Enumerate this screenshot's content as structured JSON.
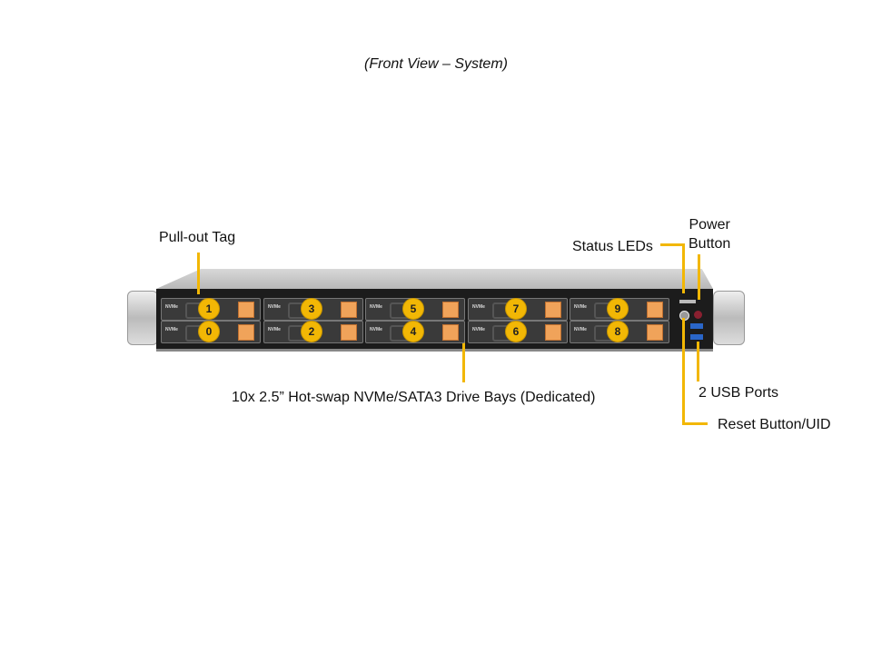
{
  "title": "(Front View – System)",
  "labels": {
    "pull_out_tag": "Pull-out  Tag",
    "status_leds": "Status  LEDs",
    "power_button_1": "Power",
    "power_button_2": "Button",
    "drive_bays": "10x 2.5” Hot-swap  NVMe/SATA3 Drive Bays (Dedicated)",
    "usb_ports": "2 USB Ports",
    "reset_button": "Reset Button/UID"
  },
  "bays": {
    "top": [
      "1",
      "3",
      "5",
      "7",
      "9"
    ],
    "bottom": [
      "0",
      "2",
      "4",
      "6",
      "8"
    ],
    "tag": "NVMe"
  },
  "colors": {
    "callout": "#f2b705",
    "latch": "#f0a35a"
  }
}
